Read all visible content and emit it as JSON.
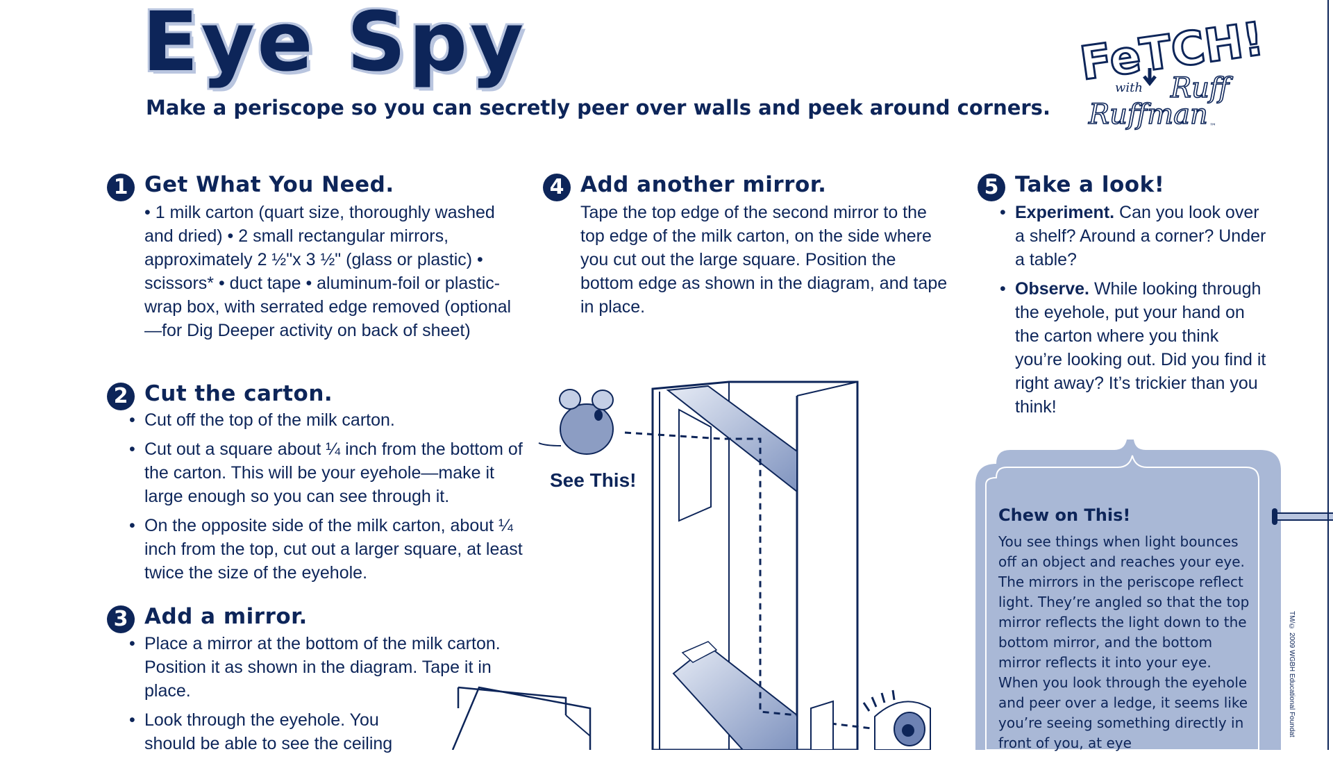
{
  "header": {
    "title": "Eye Spy",
    "subtitle": "Make a periscope so you can secretly peer over walls and peek around corners."
  },
  "logo": {
    "line1": "FeTCH!",
    "line2": "with",
    "line3": "Ruff",
    "line4": "Ruffman",
    "tm": "™"
  },
  "steps": [
    {
      "num": "1",
      "heading": "Get What You Need.",
      "text": "• 1 milk carton (quart size, thoroughly washed and dried) • 2 small rectangular mirrors, approximately 2 ½\"x 3 ½\" (glass or plastic) • scissors* • duct tape • aluminum-foil or plastic-wrap box, with serrated edge removed (optional—for Dig Deeper activity on back of sheet)"
    },
    {
      "num": "2",
      "heading": "Cut the carton.",
      "bullets": [
        "Cut off the top of the milk carton.",
        "Cut out a square about ¼ inch from the bottom of the carton. This will be your eyehole—make it large enough so you can see through it.",
        "On the opposite side of the milk carton, about ¼ inch from the top, cut out a larger square, at least twice the size of the eyehole."
      ]
    },
    {
      "num": "3",
      "heading": "Add a mirror.",
      "bullets": [
        "Place a mirror at the bottom of the milk carton. Position it as shown in the diagram. Tape it in place.",
        "Look through the eyehole. You should be able to see the ceiling"
      ]
    },
    {
      "num": "4",
      "heading": "Add another mirror.",
      "text": "Tape the top edge of the second mirror to the top edge of the milk carton, on the side where you cut out the large square. Position the bottom edge as shown in the diagram, and tape in place."
    },
    {
      "num": "5",
      "heading": "Take a look!",
      "bullets": [
        {
          "bold": "Experiment.",
          "text": " Can you look over a shelf? Around a corner? Under a table?"
        },
        {
          "bold": "Observe.",
          "text": " While looking through the eyehole, put your hand on the carton where you think you’re looking out. Did you find it right away? It’s trickier than you think!"
        }
      ]
    }
  ],
  "diagram": {
    "label": "See This!"
  },
  "chew": {
    "heading": "Chew on This!",
    "text": "You see things when light bounces off an object and reaches your eye. The mirrors in the periscope reflect light. They’re angled so that the top mirror reflects the light down to the bottom mirror, and the bottom mirror reflects it into your eye. When you look through the eyehole and peer over a ledge, it seems like you’re seeing something directly in front of you, at eye"
  },
  "copyright": "TM/© 2009 WGBH Educational Foundat",
  "colors": {
    "navy": "#0d2559",
    "light_blue": "#b9c5df",
    "panel_blue": "#a9b8d6"
  }
}
